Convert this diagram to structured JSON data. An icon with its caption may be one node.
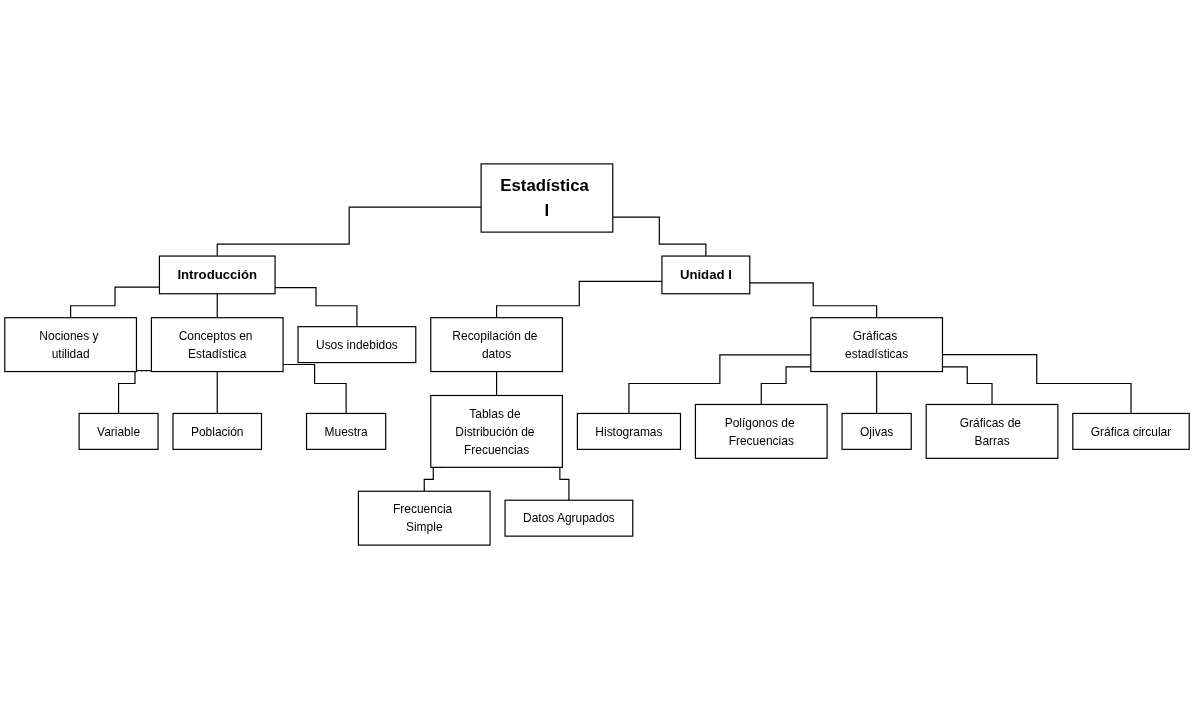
{
  "diagram": {
    "nodes": [
      {
        "text": [
          "Estadística I"
        ]
      },
      {
        "text": [
          "Introducción"
        ]
      },
      {
        "text": [
          "Unidad I"
        ]
      },
      {
        "text": [
          "Nociones y utilidad"
        ]
      },
      {
        "text": [
          "Conceptos en Estadística"
        ]
      },
      {
        "text": [
          "Usos indebidos"
        ]
      },
      {
        "text": [
          "Variable"
        ]
      },
      {
        "text": [
          "Población"
        ]
      },
      {
        "text": [
          "Muestra"
        ]
      },
      {
        "text": [
          "Recopilación de datos"
        ]
      },
      {
        "text": [
          "Tablas de Distribución de Frecuencias"
        ]
      },
      {
        "text": [
          "Frecuencia Simple"
        ]
      },
      {
        "text": [
          "Datos Agrupados"
        ]
      },
      {
        "text": [
          "Gráficas estadísticas"
        ]
      },
      {
        "text": [
          "Histogramas"
        ]
      },
      {
        "text": [
          "Polígonos de Frecuencias"
        ]
      },
      {
        "text": [
          "Ojivas"
        ]
      },
      {
        "text": [
          "Gráficas de Barras"
        ]
      },
      {
        "text": [
          "Gráfica circular"
        ]
      }
    ],
    "edges": [
      {
        "from": 0,
        "to": 1,
        "arrow": "none"
      },
      {
        "from": 0,
        "to": 2,
        "arrow": "none"
      },
      {
        "from": 1,
        "to": 3,
        "arrow": "none"
      },
      {
        "from": 1,
        "to": 4,
        "arrow": "none"
      },
      {
        "from": 1,
        "to": 5,
        "arrow": "none"
      },
      {
        "from": 4,
        "to": 6,
        "arrow": "none"
      },
      {
        "from": 4,
        "to": 7,
        "arrow": "none"
      },
      {
        "from": 4,
        "to": 8,
        "arrow": "none"
      },
      {
        "from": 2,
        "to": 9,
        "arrow": "none"
      },
      {
        "from": 2,
        "to": 13,
        "arrow": "none"
      },
      {
        "from": 9,
        "to": 10,
        "arrow": "none"
      },
      {
        "from": 10,
        "to": 11,
        "arrow": "none"
      },
      {
        "from": 10,
        "to": 12,
        "arrow": "none"
      },
      {
        "from": 13,
        "to": 14,
        "arrow": "none"
      },
      {
        "from": 13,
        "to": 15,
        "arrow": "none"
      },
      {
        "from": 13,
        "to": 16,
        "arrow": "none"
      },
      {
        "from": 13,
        "to": 17,
        "arrow": "none"
      },
      {
        "from": 13,
        "to": 18,
        "arrow": "none"
      }
    ]
  }
}
